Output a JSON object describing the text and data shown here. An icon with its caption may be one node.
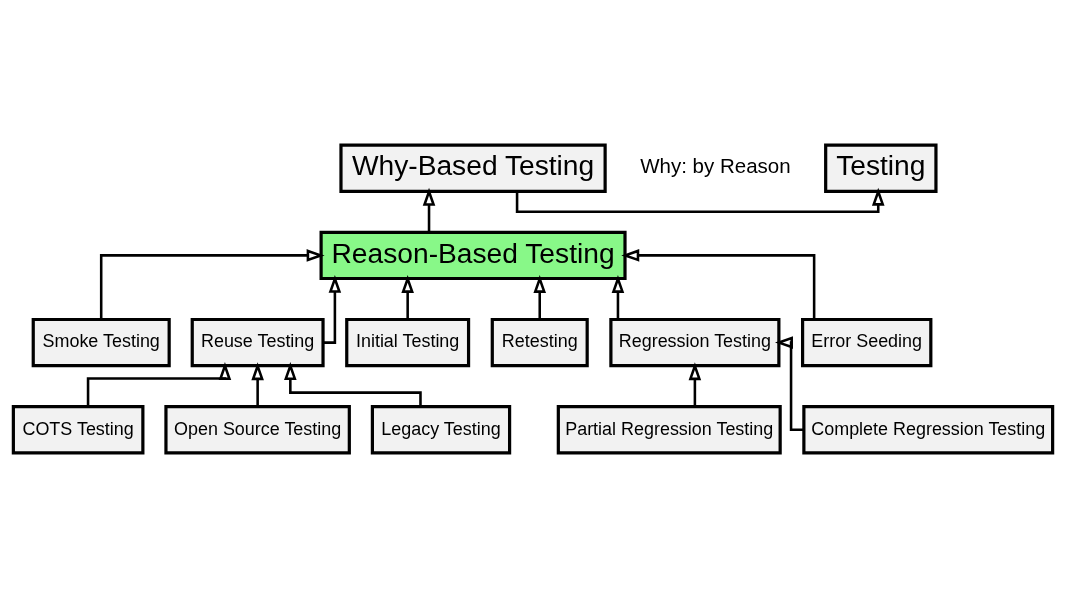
{
  "diagram": {
    "nodes": [
      {
        "text": [
          "Testing"
        ]
      },
      {
        "text": [
          "Why-Based Testing"
        ]
      },
      {
        "text": [
          "Reason-Based Testing"
        ]
      },
      {
        "text": [
          "Smoke Testing"
        ]
      },
      {
        "text": [
          "Reuse Testing"
        ]
      },
      {
        "text": [
          "Initial Testing"
        ]
      },
      {
        "text": [
          "Retesting"
        ]
      },
      {
        "text": [
          "Regression Testing"
        ]
      },
      {
        "text": [
          "Error Seeding"
        ]
      },
      {
        "text": [
          "COTS Testing"
        ]
      },
      {
        "text": [
          "Open Source Testing"
        ]
      },
      {
        "text": [
          "Legacy Testing"
        ]
      },
      {
        "text": [
          "Partial Regression Testing"
        ]
      },
      {
        "text": [
          "Complete Regression Testing"
        ]
      }
    ],
    "edges": [
      {
        "from": 1,
        "to": 0,
        "arrow": "to"
      },
      {
        "from": 2,
        "to": 1,
        "arrow": "to"
      },
      {
        "from": 3,
        "to": 2,
        "arrow": "to"
      },
      {
        "from": 4,
        "to": 2,
        "arrow": "to"
      },
      {
        "from": 5,
        "to": 2,
        "arrow": "to"
      },
      {
        "from": 6,
        "to": 2,
        "arrow": "to"
      },
      {
        "from": 7,
        "to": 2,
        "arrow": "to"
      },
      {
        "from": 8,
        "to": 2,
        "arrow": "to"
      },
      {
        "from": 9,
        "to": 4,
        "arrow": "to"
      },
      {
        "from": 10,
        "to": 4,
        "arrow": "to"
      },
      {
        "from": 11,
        "to": 4,
        "arrow": "to"
      },
      {
        "from": 12,
        "to": 7,
        "arrow": "to"
      },
      {
        "from": 13,
        "to": 7,
        "arrow": "to"
      }
    ],
    "labels": [
      "Why: by Reason"
    ]
  }
}
